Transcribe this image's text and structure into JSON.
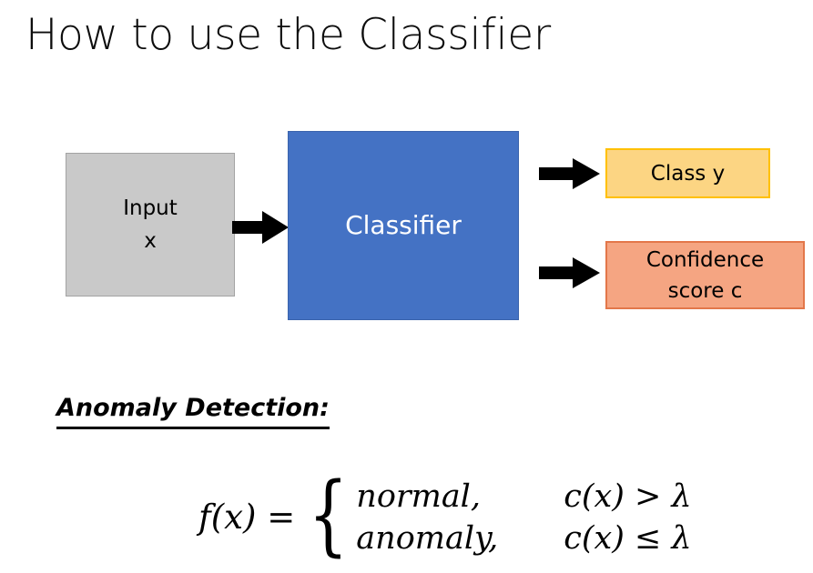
{
  "slide": {
    "title": "How to use the Classifier",
    "background_color": "#ffffff"
  },
  "diagram": {
    "nodes": {
      "input": {
        "line1": "Input",
        "line2": "x",
        "fill_color": "#c9c9c9",
        "border_color": "#a3a3a3",
        "text_color": "#000000"
      },
      "classifier": {
        "label": "Classifier",
        "fill_color": "#4472c4",
        "border_color": "#3a63ac",
        "text_color": "#ffffff"
      },
      "class_output": {
        "label": "Class y",
        "fill_color": "#fcd583",
        "border_color": "#ffc000",
        "text_color": "#000000"
      },
      "confidence_output": {
        "line1": "Confidence",
        "line2": "score c",
        "fill_color": "#f5a582",
        "border_color": "#e3774a",
        "text_color": "#000000"
      }
    },
    "arrows": {
      "input_to_classifier": "right-block-arrow-icon",
      "classifier_to_class": "right-block-arrow-icon",
      "classifier_to_confidence": "right-block-arrow-icon",
      "color": "#000000"
    }
  },
  "anomaly_section": {
    "heading": "Anomaly Detection:",
    "formula": {
      "lhs": "f(x) =",
      "brace": "{",
      "cases": [
        {
          "value": "normal,",
          "condition": "c(x) > λ"
        },
        {
          "value": "anomaly,",
          "condition": "c(x) ≤ λ"
        }
      ]
    }
  }
}
